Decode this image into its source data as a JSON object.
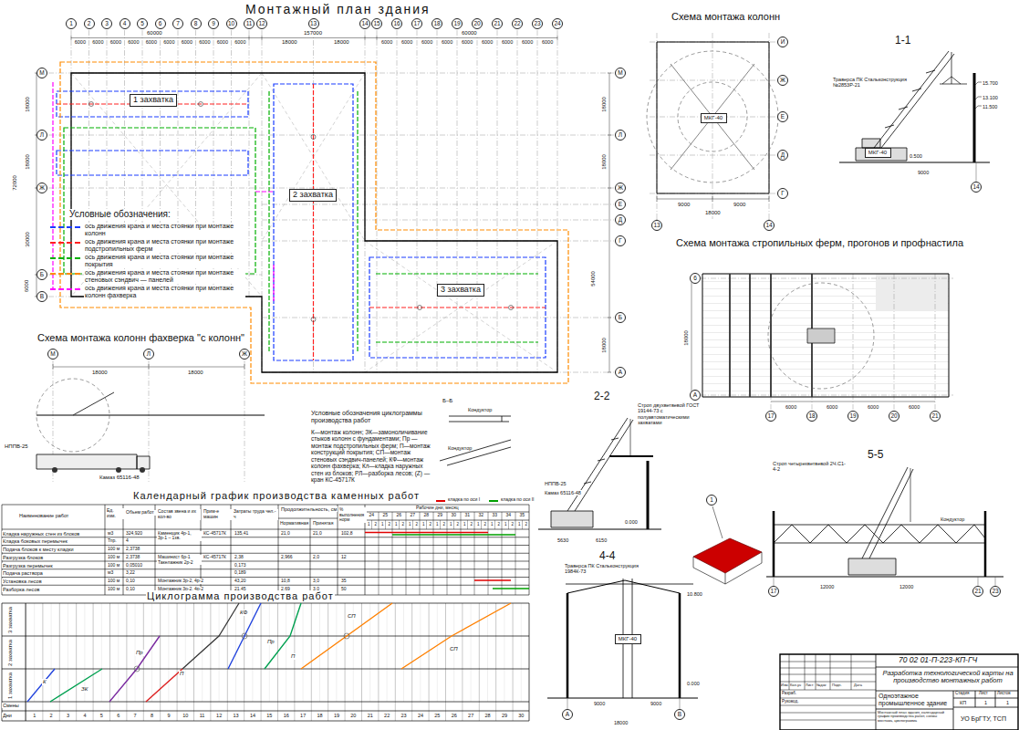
{
  "diagram": {
    "nodes": [
      {
        "text": [
          "1"
        ]
      },
      {
        "text": [
          "2"
        ]
      },
      {
        "text": [
          "3"
        ]
      },
      {
        "text": [
          "4"
        ]
      },
      {
        "text": [
          "5"
        ]
      },
      {
        "text": [
          "6"
        ]
      },
      {
        "text": [
          "7"
        ]
      },
      {
        "text": [
          "8"
        ]
      },
      {
        "text": [
          "9"
        ]
      },
      {
        "text": [
          "10"
        ]
      },
      {
        "text": [
          "11"
        ]
      },
      {
        "text": [
          "12"
        ]
      },
      {
        "text": [
          "13"
        ]
      },
      {
        "text": [
          "14"
        ]
      },
      {
        "text": [
          "15"
        ]
      },
      {
        "text": [
          "16"
        ]
      },
      {
        "text": [
          "17"
        ]
      },
      {
        "text": [
          "18"
        ]
      },
      {
        "text": [
          "19"
        ]
      },
      {
        "text": [
          "20"
        ]
      },
      {
        "text": [
          "21"
        ]
      },
      {
        "text": [
          "22"
        ]
      },
      {
        "text": [
          "23"
        ]
      },
      {
        "text": [
          "24"
        ]
      },
      {
        "text": [
          "М"
        ]
      },
      {
        "text": [
          "Л"
        ]
      },
      {
        "text": [
          "Ж"
        ]
      },
      {
        "text": [
          "Е"
        ]
      },
      {
        "text": [
          "Д"
        ]
      },
      {
        "text": [
          "Г"
        ]
      },
      {
        "text": [
          "Б"
        ]
      },
      {
        "text": [
          "А"
        ]
      },
      {
        "text": [
          "М"
        ]
      },
      {
        "text": [
          "Л"
        ]
      },
      {
        "text": [
          "Ж"
        ]
      },
      {
        "text": [
          "Б"
        ]
      },
      {
        "text": [
          "В"
        ]
      },
      {
        "text": [
          "1 захватка"
        ]
      },
      {
        "text": [
          "2 захватка"
        ]
      },
      {
        "text": [
          "3 захватка"
        ]
      },
      {
        "text": [
          "И"
        ]
      },
      {
        "text": [
          "Ж"
        ]
      },
      {
        "text": [
          "Е"
        ]
      },
      {
        "text": [
          "Д"
        ]
      },
      {
        "text": [
          "Г"
        ]
      },
      {
        "text": [
          "13"
        ]
      },
      {
        "text": [
          "14"
        ]
      },
      {
        "text": [
          "14"
        ]
      },
      {
        "text": [
          "6"
        ]
      },
      {
        "text": [
          "А"
        ]
      },
      {
        "text": [
          "17"
        ]
      },
      {
        "text": [
          "18"
        ]
      },
      {
        "text": [
          "19"
        ]
      },
      {
        "text": [
          "20"
        ]
      },
      {
        "text": [
          "21"
        ]
      },
      {
        "text": [
          "М"
        ]
      },
      {
        "text": [
          "Л"
        ]
      },
      {
        "text": [
          "Ж"
        ]
      },
      {
        "text": [
          "17"
        ]
      },
      {
        "text": [
          "21"
        ]
      },
      {
        "text": [
          "23"
        ]
      },
      {
        "text": [
          "А"
        ]
      },
      {
        "text": [
          "В"
        ]
      },
      {
        "text": [
          "1"
        ]
      },
      {
        "text": [
          "МКГ-40"
        ]
      },
      {
        "text": [
          "МКГ-40"
        ]
      },
      {
        "text": [
          "МКГ-40"
        ]
      },
      {
        "text": [
          "70 02 01-П-223-КП-ГЧ",
          "Разработка технологической карты на производство монтажных работ",
          "Одноэтажное промышленное здание",
          "Стадия",
          "Лист",
          "Листов",
          "КП",
          "1",
          "1",
          "Монтажный план здания, календарный график производства работ, схемы монтажа, циклограмма",
          "УО БрГТУ, ТСП",
          "Изм.",
          "Кол.уч",
          "Лист",
          "№док",
          "Подп.",
          "Дата",
          "Разраб.",
          "Руковод."
        ]
      }
    ],
    "labels": [
      "Монтажный план здания",
      "157000",
      "60000",
      "60000",
      "6000",
      "6000",
      "6000",
      "6000",
      "6000",
      "6000",
      "6000",
      "6000",
      "6000",
      "6000",
      "18000",
      "18000",
      "6000",
      "6000",
      "6000",
      "6000",
      "6000",
      "6000",
      "6000",
      "6000",
      "6000",
      "18000",
      "18000",
      "72000",
      "30000",
      "6000",
      "18000",
      "18000",
      "54000",
      "18000",
      "Условные обозначения:",
      "Схема монтажа колонн",
      "9000",
      "9000",
      "18000",
      "1-1",
      "Траверса ПК Стальконструкция №2853Р-21",
      "15.700",
      "13.100",
      "11.500",
      "0.500",
      "9000",
      "Схема монтажа стропильных ферм, прогонов и профнастила",
      "6000",
      "6000",
      "6000",
      "6000",
      "18000",
      "Схема монтажа колонн фахверка \"с колонн\"",
      "18000",
      "18000",
      "Камаз 65116-48",
      "НППВ-25",
      "Условные обозначения циклограммы производства работ",
      "К—монтаж колонн; ЗК—замоноличивание стыков колонн с фундаментами; Пр — монтаж подстропильных ферм; П—монтаж конструкций покрытия; СП—монтаж стеновых сэндвич-панелей; КФ—монтаж колонн фахверка; Кл—кладка наружных стен из блоков; РЛ—разборка лесов; (Z) — кран КС-45717К",
      "Б–Б",
      "Кондуктор",
      "Кондуктор",
      "Календарный график производства каменных работ",
      "Наименование работ",
      "Ед. изм.",
      "Объем работ",
      "Состав звена и их кол-во",
      "Прим-е машин",
      "Затраты труда чел.-ч",
      "Продолжительность, см",
      "Нормативная",
      "Принятая",
      "% выполнения норм",
      "Рабочие дни, месяц",
      "24",
      "25",
      "26",
      "27",
      "28",
      "29",
      "30",
      "31",
      "32",
      "33",
      "34",
      "35",
      "1",
      "2",
      "1",
      "2",
      "1",
      "2",
      "1",
      "2",
      "1",
      "2",
      "1",
      "2",
      "1",
      "2",
      "1",
      "2",
      "1",
      "2",
      "1",
      "2",
      "1",
      "2",
      "1",
      "2",
      "Кладка наружных стен из блоков",
      "м3",
      "324,920",
      "Каменщик 4р-1, 3р-1 – 1зв.",
      "КС-45717К",
      "135,41",
      "21,0",
      "21,0",
      "102,8",
      "Кладка боковых перемычек",
      "Тпр.",
      "4",
      "Подача блоков к месту кладки",
      "100 м",
      "2,3738",
      "Разгрузка блоков",
      "100 м",
      "2,3738",
      "Машинист 6р-1 Такелажник 2р-2",
      "КС-45717К",
      "2,38",
      "2,966",
      "2,0",
      "12",
      "Разгрузка перемычек",
      "100 м",
      "0,05010",
      "0,173",
      "Подача раствора",
      "м3",
      "3,22",
      "0,189",
      "Установка лесов",
      "100 м",
      "0,10",
      "Монтажник 3р-2, 4р-2",
      "43,20",
      "10,8",
      "3,0",
      "35",
      "Разборка лесов",
      "100 м",
      "0,10",
      "Монтажник 3р-2, 4р-2",
      "21,45",
      "2,69",
      "3,0",
      "50",
      "Циклограмма производства работ",
      "Смены",
      "Дни",
      "1",
      "2",
      "3",
      "4",
      "5",
      "6",
      "7",
      "8",
      "9",
      "10",
      "11",
      "12",
      "13",
      "14",
      "15",
      "16",
      "17",
      "18",
      "19",
      "20",
      "21",
      "22",
      "23",
      "24",
      "25",
      "26",
      "27",
      "28",
      "29",
      "30",
      "1 захватка",
      "2 захватка",
      "3 захватка",
      "К",
      "ЗК",
      "Пр",
      "П",
      "КФ",
      "СП",
      "Пр",
      "П",
      "СП",
      "2-2",
      "Строп двухветвевой ГОСТ 19144-73 с полуавтоматическими захватами",
      "НППВ-25",
      "Камаз 65116-48",
      "5630",
      "6150",
      "0.000",
      "5-5",
      "Строп четырехветвевой 2Ч.С1-4-2",
      "Кондуктор",
      "12000",
      "12000",
      "4-4",
      "Траверса ПК Стальконструкция 1984К-73",
      "10.800",
      "0.000",
      "9000",
      "9000",
      "18000"
    ],
    "legend": [
      {
        "text": "ось движения крана и места стоянки при монтаже колонн",
        "color": "#1a3cff"
      },
      {
        "text": "ось движения крана и места стоянки при монтаже подстропильных ферм",
        "color": "#ff2020"
      },
      {
        "text": "ось движения крана и места стоянки при монтаже покрытия",
        "color": "#00b000"
      },
      {
        "text": "ось движения крана и места стоянки при монтаже стеновых сэндвич — панелей",
        "color": "#ff8c00"
      },
      {
        "text": "ось движения крана и места стоянки при монтаже колонн фахверка",
        "color": "#ff00ff"
      },
      {
        "text": "кладка по оси I",
        "color": "#e00000"
      },
      {
        "text": "кладка по оси II",
        "color": "#00a000"
      }
    ]
  }
}
